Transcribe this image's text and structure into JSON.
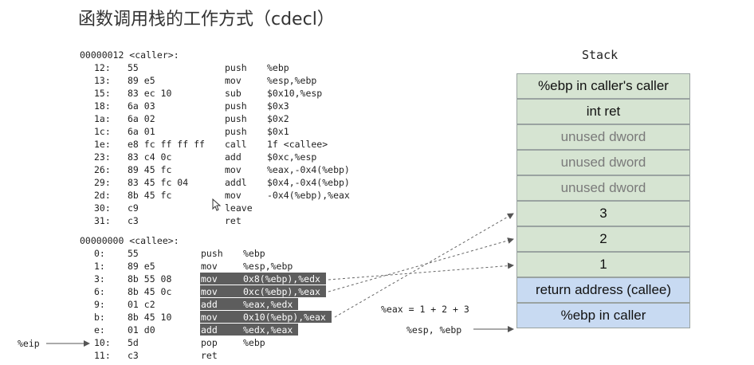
{
  "title": "函数调用栈的工作方式（cdecl）",
  "caller": {
    "header": "00000012 <caller>:",
    "lines": [
      {
        "off": "12:",
        "bytes": "55",
        "mn": "push",
        "op": "%ebp"
      },
      {
        "off": "13:",
        "bytes": "89 e5",
        "mn": "mov",
        "op": "%esp,%ebp"
      },
      {
        "off": "15:",
        "bytes": "83 ec 10",
        "mn": "sub",
        "op": "$0x10,%esp"
      },
      {
        "off": "18:",
        "bytes": "6a 03",
        "mn": "push",
        "op": "$0x3"
      },
      {
        "off": "1a:",
        "bytes": "6a 02",
        "mn": "push",
        "op": "$0x2"
      },
      {
        "off": "1c:",
        "bytes": "6a 01",
        "mn": "push",
        "op": "$0x1"
      },
      {
        "off": "1e:",
        "bytes": "e8 fc ff ff ff",
        "mn": "call",
        "op": "1f <callee>"
      },
      {
        "off": "23:",
        "bytes": "83 c4 0c",
        "mn": "add",
        "op": "$0xc,%esp"
      },
      {
        "off": "26:",
        "bytes": "89 45 fc",
        "mn": "mov",
        "op": "%eax,-0x4(%ebp)"
      },
      {
        "off": "29:",
        "bytes": "83 45 fc 04",
        "mn": "addl",
        "op": "$0x4,-0x4(%ebp)"
      },
      {
        "off": "2d:",
        "bytes": "8b 45 fc",
        "mn": "mov",
        "op": "-0x4(%ebp),%eax"
      },
      {
        "off": "30:",
        "bytes": "c9",
        "mn": "leave",
        "op": ""
      },
      {
        "off": "31:",
        "bytes": "c3",
        "mn": "ret",
        "op": ""
      }
    ]
  },
  "callee": {
    "header": "00000000 <callee>:",
    "lines": [
      {
        "off": "0:",
        "bytes": "55",
        "mn": "push",
        "op": "%ebp",
        "hl": false
      },
      {
        "off": "1:",
        "bytes": "89 e5",
        "mn": "mov",
        "op": "%esp,%ebp",
        "hl": false
      },
      {
        "off": "3:",
        "bytes": "8b 55 08",
        "mn": "mov",
        "op": "0x8(%ebp),%edx",
        "hl": true
      },
      {
        "off": "6:",
        "bytes": "8b 45 0c",
        "mn": "mov",
        "op": "0xc(%ebp),%eax",
        "hl": true
      },
      {
        "off": "9:",
        "bytes": "01 c2",
        "mn": "add",
        "op": "%eax,%edx",
        "hl": true
      },
      {
        "off": "b:",
        "bytes": "8b 45 10",
        "mn": "mov",
        "op": "0x10(%ebp),%eax",
        "hl": true
      },
      {
        "off": "e:",
        "bytes": "01 d0",
        "mn": "add",
        "op": "%edx,%eax",
        "hl": true
      },
      {
        "off": "10:",
        "bytes": "5d",
        "mn": "pop",
        "op": "%ebp",
        "hl": false
      },
      {
        "off": "11:",
        "bytes": "c3",
        "mn": "ret",
        "op": "",
        "hl": false
      }
    ]
  },
  "eip_label": "%eip",
  "stack": {
    "title": "Stack",
    "cells": [
      {
        "label": "%ebp in caller's caller",
        "style": "green"
      },
      {
        "label": "int ret",
        "style": "green"
      },
      {
        "label": "unused dword",
        "style": "green grey"
      },
      {
        "label": "unused dword",
        "style": "green grey"
      },
      {
        "label": "unused dword",
        "style": "green grey"
      },
      {
        "label": "3",
        "style": "green"
      },
      {
        "label": "2",
        "style": "green"
      },
      {
        "label": "1",
        "style": "green"
      },
      {
        "label": "return address (callee)",
        "style": "blue"
      },
      {
        "label": "%ebp in caller",
        "style": "blue"
      }
    ]
  },
  "eax_note": "%eax = 1 + 2 + 3",
  "esp_note": "%esp, %ebp",
  "colors": {
    "stack_green": "#d6e4d2",
    "stack_blue": "#c8daf2",
    "highlight": "#5d5d5d"
  }
}
